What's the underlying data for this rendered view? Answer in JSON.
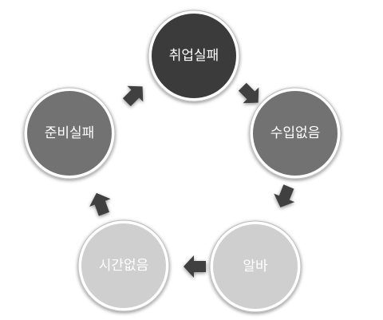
{
  "diagram": {
    "type": "cycle",
    "colors": {
      "dark": "#3b3b3b",
      "medium": "#727272",
      "light": "#cfcfcf",
      "arrow": "#3f3f3f",
      "ring_outer": "#ffffff",
      "ring_shadow": "#bdbdbd"
    },
    "nodes": [
      {
        "id": "node-1",
        "label": "취업실패",
        "shade": "dark"
      },
      {
        "id": "node-2",
        "label": "수입없음",
        "shade": "medium"
      },
      {
        "id": "node-3",
        "label": "알바",
        "shade": "light"
      },
      {
        "id": "node-4",
        "label": "시간없음",
        "shade": "light"
      },
      {
        "id": "node-5",
        "label": "준비실패",
        "shade": "medium"
      }
    ],
    "arrows": [
      {
        "from": "node-1",
        "to": "node-2"
      },
      {
        "from": "node-2",
        "to": "node-3"
      },
      {
        "from": "node-3",
        "to": "node-4"
      },
      {
        "from": "node-4",
        "to": "node-5"
      },
      {
        "from": "node-5",
        "to": "node-1"
      }
    ]
  }
}
